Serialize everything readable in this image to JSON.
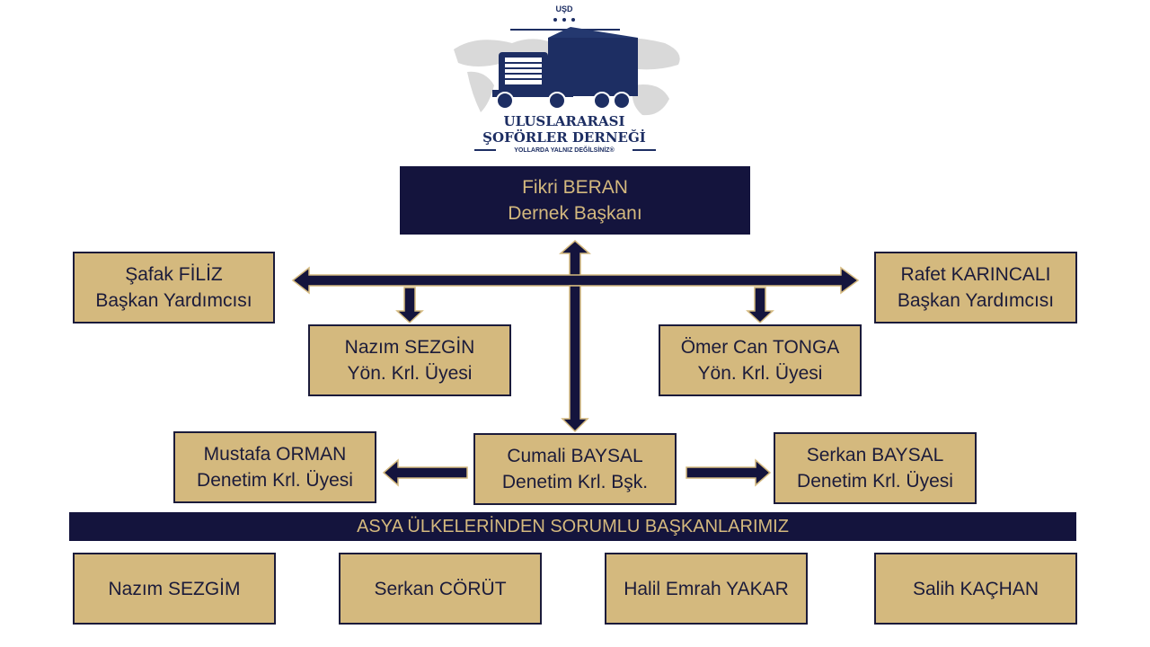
{
  "logo": {
    "abbr": "UŞD",
    "line1": "ULUSLARARASI",
    "line2": "ŞOFÖRLER DERNEĞİ",
    "slogan": "YOLLARDA YALNIZ DEĞİLSİNİZ®"
  },
  "president": {
    "name": "Fikri BERAN",
    "role": "Dernek Başkanı"
  },
  "vice_left": {
    "name": "Şafak FİLİZ",
    "role": "Başkan Yardımcısı"
  },
  "vice_right": {
    "name": "Rafet KARINCALI",
    "role": "Başkan Yardımcısı"
  },
  "board_left": {
    "name": "Nazım SEZGİN",
    "role": "Yön. Krl. Üyesi"
  },
  "board_right": {
    "name": "Ömer Can TONGA",
    "role": "Yön. Krl. Üyesi"
  },
  "audit_chair": {
    "name": "Cumali BAYSAL",
    "role": "Denetim Krl. Bşk."
  },
  "audit_left": {
    "name": "Mustafa ORMAN",
    "role": "Denetim Krl. Üyesi"
  },
  "audit_right": {
    "name": "Serkan BAYSAL",
    "role": "Denetim Krl. Üyesi"
  },
  "asia_banner": "ASYA ÜLKELERİNDEN SORUMLU BAŞKANLARIMIZ",
  "asia": [
    "Nazım SEZGİM",
    "Serkan CÖRÜT",
    "Halil Emrah YAKAR",
    "Salih KAÇHAN"
  ],
  "colors": {
    "navy": "#14143d",
    "gold": "#d4b97e"
  }
}
